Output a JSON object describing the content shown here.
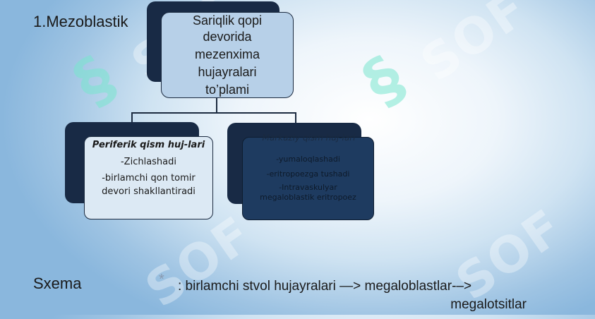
{
  "title": "1.Mezoblastik",
  "top_node": {
    "lines": [
      "Sariqlik qopi",
      "devorida",
      "mezenxima",
      "hujayralari",
      "to’plami"
    ]
  },
  "left_node": {
    "heading": "Periferik qism huj-lari",
    "items": [
      "-Zichlashadi",
      "-birlamchi qon tomir devori shakllantiradi"
    ]
  },
  "right_node": {
    "heading": "Markaziy qism huj-lari",
    "items": [
      "-yumaloqlashadi",
      "-eritropoezga tushadi",
      "-Intravaskulyar megaloblastik eritropoez"
    ]
  },
  "footer": {
    "label": "Sxema",
    "star": "*",
    "line1": ": birlamchi stvol hujayralari —> megaloblastlar-–>",
    "line2": "megalotsitlar"
  },
  "watermark": {
    "text": "SOF",
    "color": "#78e6cd"
  }
}
